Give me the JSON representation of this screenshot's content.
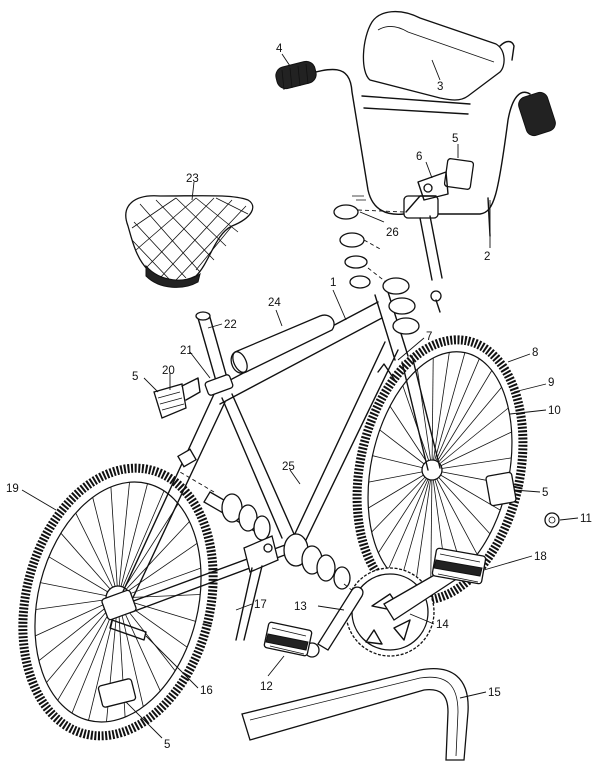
{
  "callouts": [
    {
      "id": "1",
      "text": "1"
    },
    {
      "id": "2",
      "text": "2"
    },
    {
      "id": "3",
      "text": "3"
    },
    {
      "id": "4",
      "text": "4"
    },
    {
      "id": "5a",
      "text": "5"
    },
    {
      "id": "5b",
      "text": "5"
    },
    {
      "id": "5c",
      "text": "5"
    },
    {
      "id": "5d",
      "text": "5"
    },
    {
      "id": "6",
      "text": "6"
    },
    {
      "id": "7",
      "text": "7"
    },
    {
      "id": "8",
      "text": "8"
    },
    {
      "id": "9",
      "text": "9"
    },
    {
      "id": "10",
      "text": "10"
    },
    {
      "id": "11",
      "text": "11"
    },
    {
      "id": "12",
      "text": "12"
    },
    {
      "id": "13",
      "text": "13"
    },
    {
      "id": "14",
      "text": "14"
    },
    {
      "id": "15",
      "text": "15"
    },
    {
      "id": "16",
      "text": "16"
    },
    {
      "id": "17",
      "text": "17"
    },
    {
      "id": "18",
      "text": "18"
    },
    {
      "id": "19",
      "text": "19"
    },
    {
      "id": "20",
      "text": "20"
    },
    {
      "id": "21",
      "text": "21"
    },
    {
      "id": "22",
      "text": "22"
    },
    {
      "id": "23",
      "text": "23"
    },
    {
      "id": "24",
      "text": "24"
    },
    {
      "id": "25",
      "text": "25"
    },
    {
      "id": "26",
      "text": "26"
    }
  ]
}
